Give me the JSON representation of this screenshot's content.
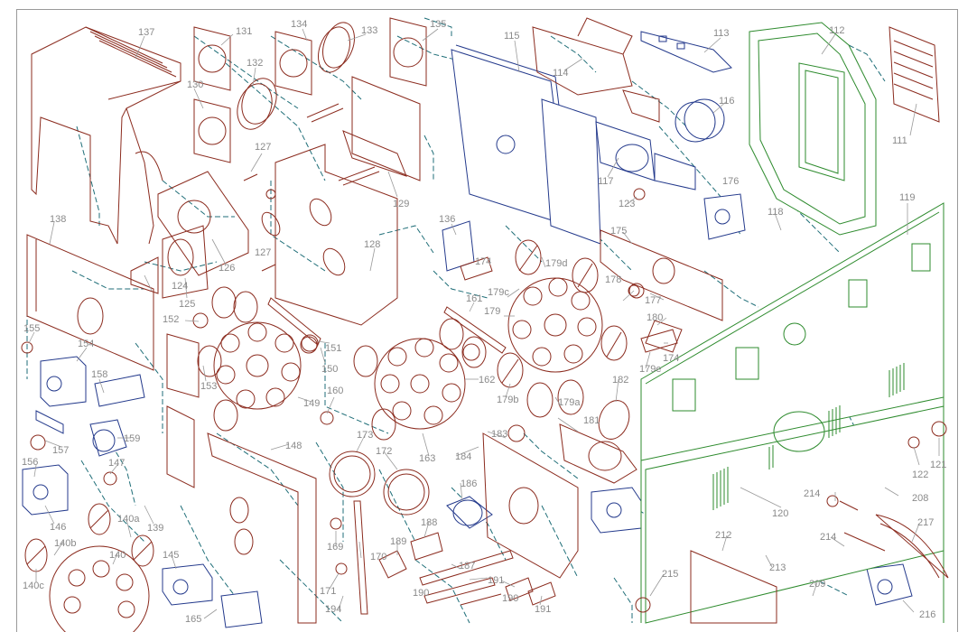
{
  "diagram": {
    "colors": {
      "red": "#8b2b1e",
      "blue": "#243a8c",
      "green": "#2e8b2e",
      "teal_dashed": "#1f6e78",
      "label_grey": "#8a8a8a"
    },
    "labels": {
      "l111": "111",
      "l112": "112",
      "l113": "113",
      "l114": "114",
      "l115": "115",
      "l116": "116",
      "l117": "117",
      "l118": "118",
      "l119": "119",
      "l120": "120",
      "l121": "121",
      "l122": "122",
      "l123": "123",
      "l124": "124",
      "l125": "125",
      "l126": "126",
      "l127a": "127",
      "l127b": "127",
      "l128": "128",
      "l129": "129",
      "l130": "130",
      "l131": "131",
      "l132": "132",
      "l133": "133",
      "l134": "134",
      "l135": "135",
      "l136": "136",
      "l137": "137",
      "l138": "138",
      "l139": "139",
      "l140": "140",
      "l140a": "140a",
      "l140b": "140b",
      "l140c": "140c",
      "l145": "145",
      "l146": "146",
      "l147": "147",
      "l148": "148",
      "l149": "149",
      "l150": "150",
      "l151": "151",
      "l152": "152",
      "l153": "153",
      "l154": "154",
      "l155": "155",
      "l156": "156",
      "l157": "157",
      "l158": "158",
      "l159": "159",
      "l160": "160",
      "l161": "161",
      "l162": "162",
      "l163": "163",
      "l165": "165",
      "l169": "169",
      "l170": "170",
      "l171": "171",
      "l172": "172",
      "l173": "173",
      "l174a": "174",
      "l174b": "174",
      "l175": "175",
      "l176": "176",
      "l177": "177",
      "l178": "178",
      "l179": "179",
      "l179b": "179b",
      "l179c": "179c",
      "l179d": "179d",
      "l179e": "179e",
      "l179a": "179a",
      "l180": "180",
      "l181": "181",
      "l182": "182",
      "l183": "183",
      "l184": "184",
      "l186": "186",
      "l187": "187",
      "l188": "188",
      "l189": "189",
      "l190a": "190",
      "l190b": "190",
      "l191a": "191",
      "l191b": "191",
      "l194": "194",
      "l208": "208",
      "l209": "209",
      "l212": "212",
      "l213": "213",
      "l214a": "214",
      "l214b": "214",
      "l215": "215",
      "l216": "216",
      "l217": "217"
    }
  }
}
